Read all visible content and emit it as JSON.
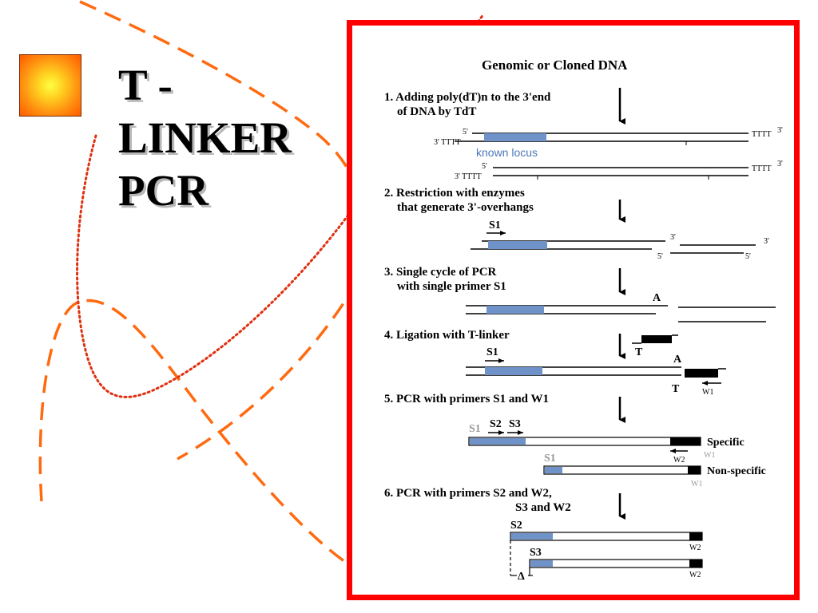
{
  "slide": {
    "title_lines": [
      "T -",
      "LINKER",
      "PCR"
    ]
  },
  "colors": {
    "frame": "#ff0000",
    "locus_blue": "#6f93c8",
    "deco_orange": "#ff6a10",
    "dotted_red": "#e03010"
  },
  "figure": {
    "heading": "Genomic or Cloned DNA",
    "steps": [
      {
        "line1": "1. Adding poly(dT)n to the 3'end",
        "line2": "of DNA by TdT"
      },
      {
        "line1": "2. Restriction with enzymes",
        "line2": "that generate 3'-overhangs"
      },
      {
        "line1": "3. Single cycle of PCR",
        "line2": "with single primer S1"
      },
      {
        "line1": "4. Ligation with T-linker",
        "line2": ""
      },
      {
        "line1": "5. PCR with primers S1 and W1",
        "line2": ""
      },
      {
        "line1": "6. PCR with primers S2 and W2,",
        "line2": "S3 and W2"
      }
    ],
    "labels": {
      "prime5": "5'",
      "prime3": "3'",
      "tail_3_left": "3' TTTT",
      "tail_right": "TTTT",
      "known_locus": "known locus",
      "s1": "S1",
      "s2": "S2",
      "s3": "S3",
      "w1": "W1",
      "w2": "W2",
      "a": "A",
      "t": "T",
      "specific": "Specific",
      "non_specific": "Non-specific",
      "delta": "Δ"
    }
  }
}
